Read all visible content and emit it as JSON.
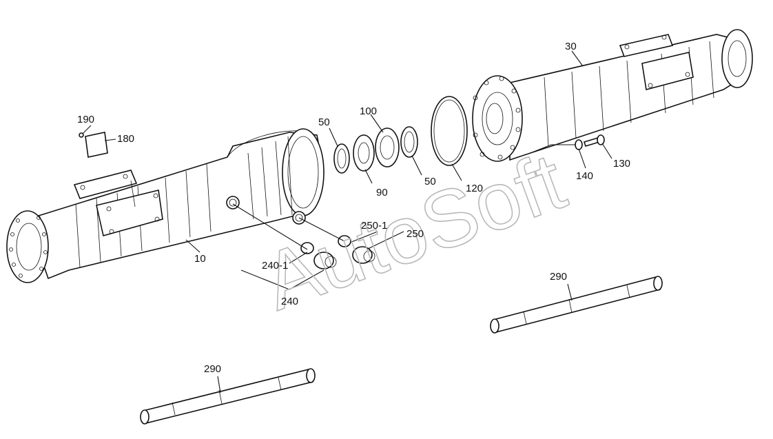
{
  "watermark": "AutoSoft",
  "labels": {
    "p10": "10",
    "p30": "30",
    "p50a": "50",
    "p50b": "50",
    "p90": "90",
    "p100": "100",
    "p120": "120",
    "p130": "130",
    "p140": "140",
    "p180": "180",
    "p190": "190",
    "p240": "240",
    "p240_1": "240-1",
    "p250": "250",
    "p250_1": "250-1",
    "p290a": "290",
    "p290b": "290"
  }
}
